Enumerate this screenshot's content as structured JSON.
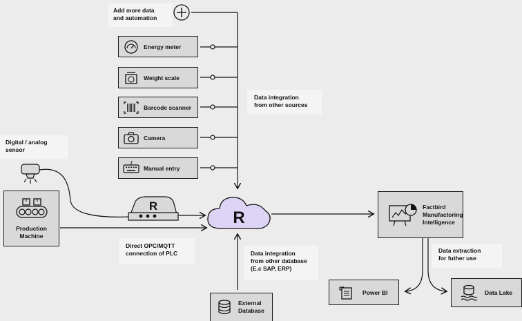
{
  "add_more_label": "Add more data\nand automation",
  "sources": [
    {
      "label": "Energy meter",
      "icon": "gauge-icon"
    },
    {
      "label": "Weight scale",
      "icon": "scale-icon"
    },
    {
      "label": "Barcode scanner",
      "icon": "barcode-icon"
    },
    {
      "label": "Camera",
      "icon": "camera-icon"
    },
    {
      "label": "Manual entry",
      "icon": "keyboard-icon"
    }
  ],
  "integration_other_sources": "Data integration\nfrom other sources",
  "sensor_label": "Digital / analog\nsensor",
  "production_machine": "Production\nMachine",
  "opc_label": "Direct OPC/MQTT\nconnection of PLC",
  "integration_other_db": "Data integration\nfrom other database\n(E.c SAP, ERP)",
  "external_db": "External\nDatabase",
  "factbird_label": "Factbird\nManufactoring\nIntelligence",
  "extraction_label": "Data extraction\nfor futher use",
  "power_bi": "Power BI",
  "data_lake": "Data Lake",
  "cloud_logo": "R"
}
